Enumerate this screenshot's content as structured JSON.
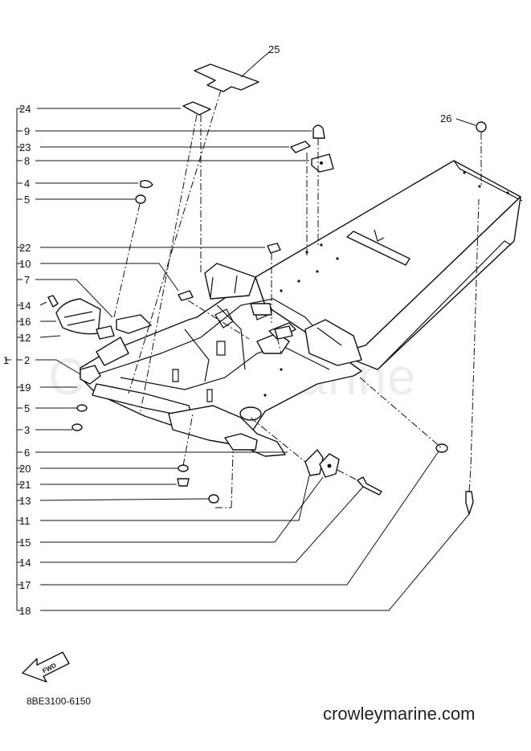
{
  "diagram": {
    "callouts": [
      "1",
      "2",
      "3",
      "4",
      "5",
      "5",
      "6",
      "7",
      "8",
      "9",
      "10",
      "11",
      "12",
      "13",
      "14",
      "14",
      "15",
      "16",
      "17",
      "18",
      "19",
      "20",
      "21",
      "22",
      "23",
      "24",
      "25",
      "26"
    ],
    "fwd_label": "FWD"
  },
  "footer": {
    "part_code": "8BE3100-6150",
    "site": "crowleymarine.com"
  },
  "watermark": "Crowley Marine"
}
